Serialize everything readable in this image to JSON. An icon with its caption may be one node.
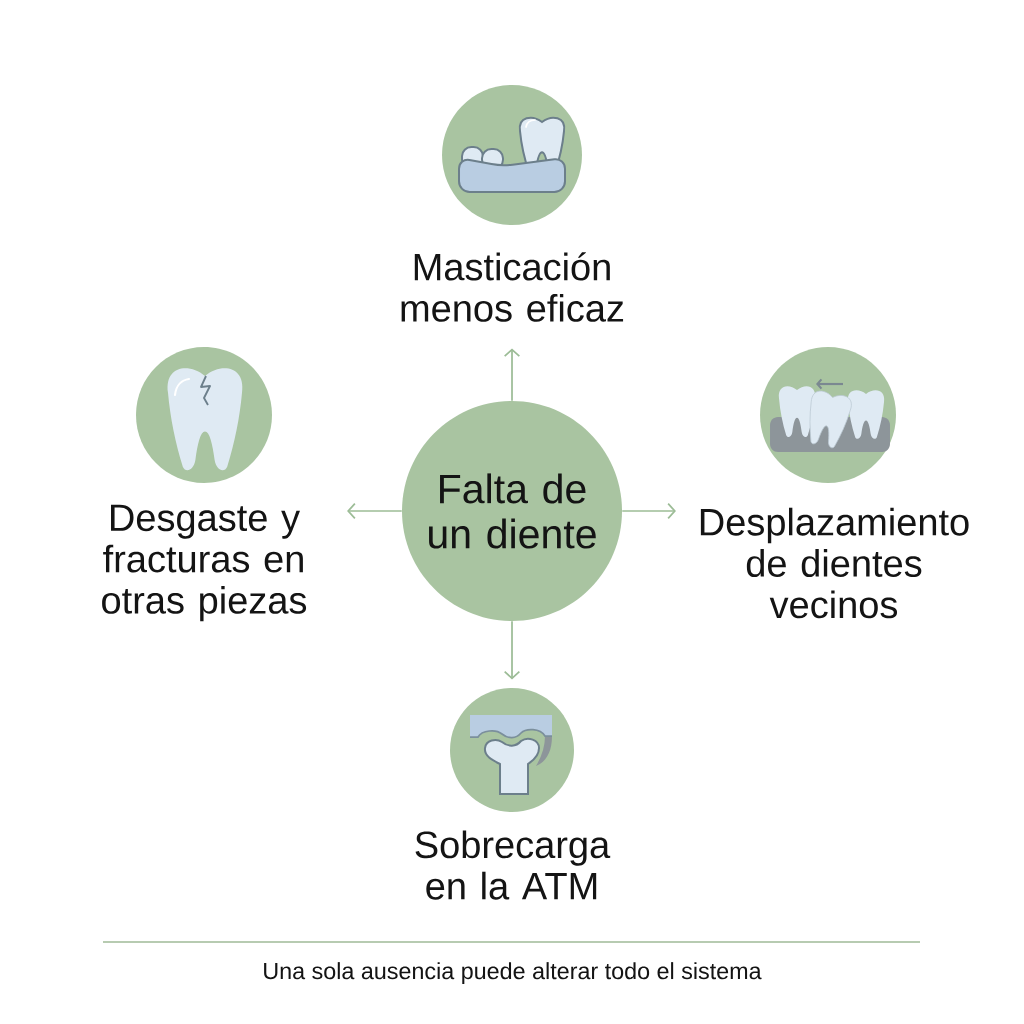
{
  "diagram": {
    "nodes": [
      {
        "text": [
          "Falta de un diente"
        ]
      },
      {
        "text": [
          "Masticación menos eficaz"
        ]
      },
      {
        "text": [
          "Desgaste y fracturas en otras piezas"
        ]
      },
      {
        "text": [
          "Desplazamiento de dientes vecinos"
        ]
      },
      {
        "text": [
          "Sobrecarga en la ATM"
        ]
      }
    ],
    "edges": [
      {
        "from": 0,
        "to": 1,
        "arrow": "to"
      },
      {
        "from": 0,
        "to": 2,
        "arrow": "to"
      },
      {
        "from": 0,
        "to": 3,
        "arrow": "to"
      },
      {
        "from": 0,
        "to": 4,
        "arrow": "to"
      }
    ],
    "caption": "Una sola ausencia puede alterar todo el sistema"
  }
}
